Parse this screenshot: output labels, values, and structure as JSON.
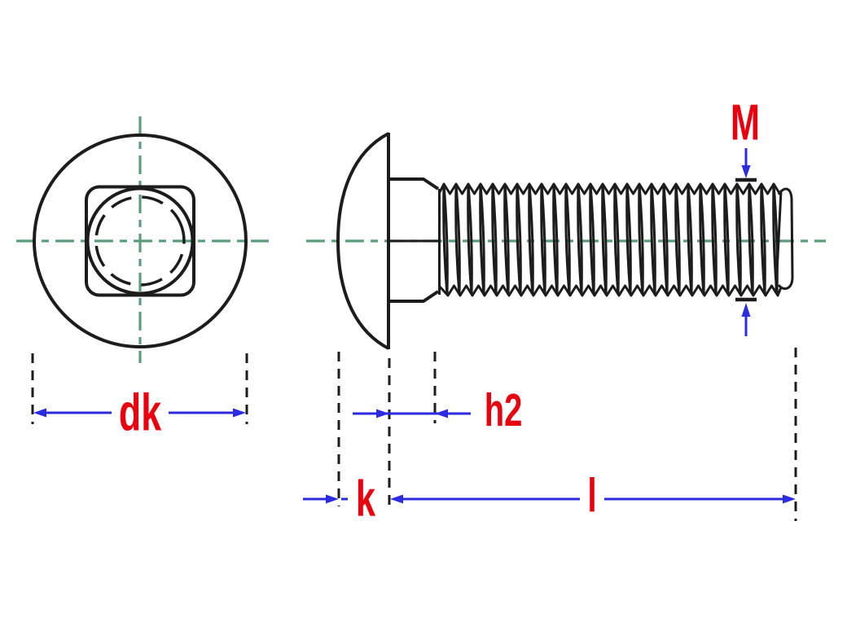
{
  "drawing": {
    "labels": {
      "thread_diameter": "M",
      "head_diameter": "dk",
      "square_neck_height": "h2",
      "head_height": "k",
      "bolt_length": "l"
    },
    "colors": {
      "background": "#ffffff",
      "line": "#1c1c1c",
      "dimension": "#2b2bdf",
      "label": "#e8000e",
      "centerline": "#5d9b7d"
    }
  }
}
